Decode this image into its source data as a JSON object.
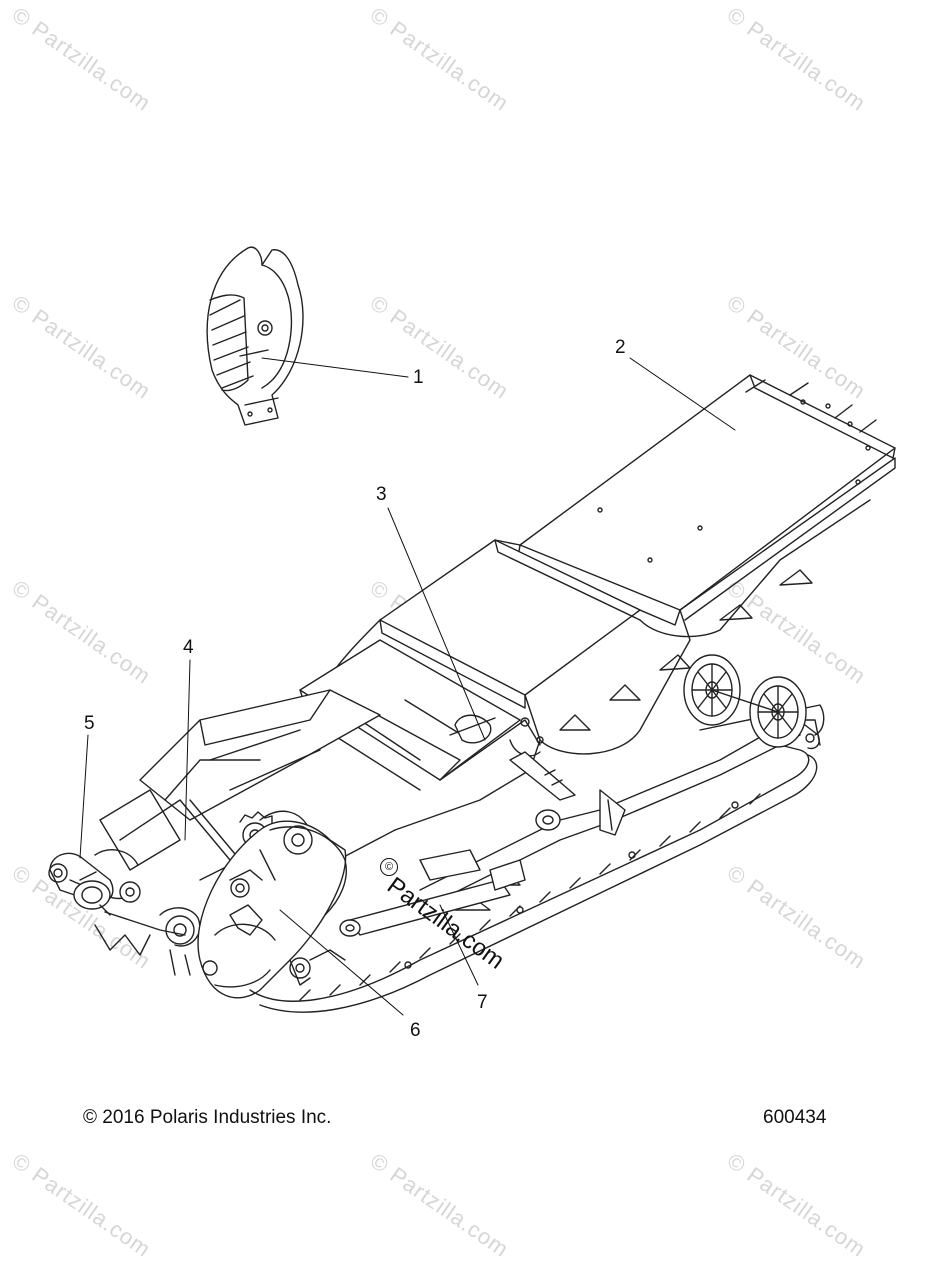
{
  "watermark": {
    "text": "© Partzilla.com",
    "center_text": "Partzilla.com"
  },
  "callouts": [
    {
      "id": "1",
      "label": "1"
    },
    {
      "id": "2",
      "label": "2"
    },
    {
      "id": "3",
      "label": "3"
    },
    {
      "id": "4",
      "label": "4"
    },
    {
      "id": "5",
      "label": "5"
    },
    {
      "id": "6",
      "label": "6"
    },
    {
      "id": "7",
      "label": "7"
    }
  ],
  "footer": {
    "copyright": "© 2016 Polaris Industries Inc.",
    "diagram_number": "600434"
  }
}
